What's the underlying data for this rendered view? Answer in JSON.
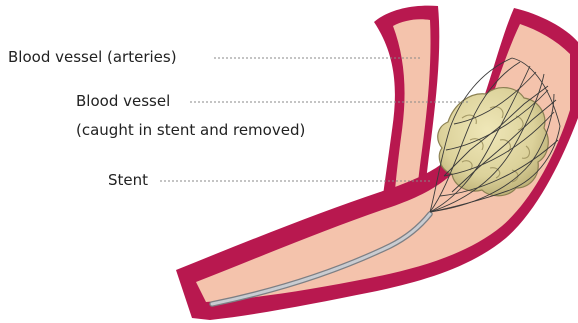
{
  "labels": {
    "vessel": "Blood vessel (arteries)",
    "clot_line1": "Blood vessel",
    "clot_line2": "(caught in stent and removed)",
    "stent": "Stent"
  },
  "colors": {
    "vessel_wall": "#b8184f",
    "vessel_lumen": "#f4c3ac",
    "clot": "#dcd29b",
    "clot_outline": "#8b8052",
    "stent_wire": "#3a3a3a",
    "catheter": "#b9bcc1",
    "leader_line": "#888888"
  }
}
